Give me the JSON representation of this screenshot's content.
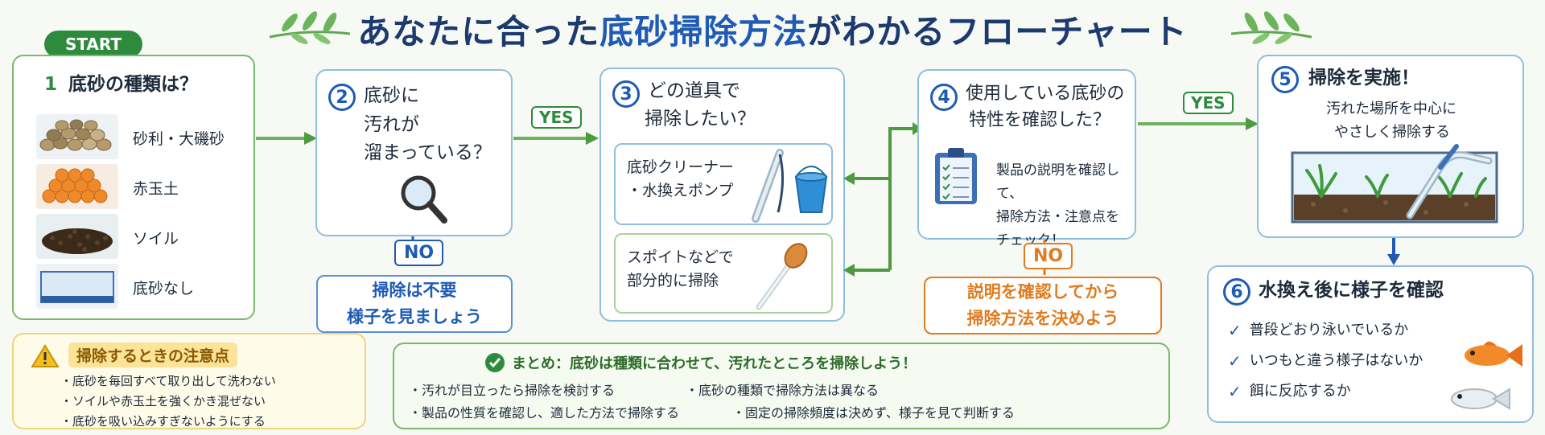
{
  "title": {
    "part1": "あなたに合った",
    "part2": "底砂掃除方法",
    "part3": "がわかるフローチャート"
  },
  "start": {
    "label": "START",
    "number": "1",
    "heading": "底砂の種類は？",
    "items": [
      "砂利・大磯砂",
      "赤玉土",
      "ソイル",
      "底砂なし"
    ]
  },
  "step2": {
    "number": "2",
    "lines": [
      "底砂に",
      "汚れが",
      "溜まっている？"
    ],
    "no_label": "NO",
    "no_result": [
      "掃除は不要",
      "様子を見ましょう"
    ]
  },
  "yes_label_1": "YES",
  "step3": {
    "number": "3",
    "lines": [
      "どの道具で",
      "掃除したい？"
    ],
    "option1": [
      "底砂クリーナー",
      "・水換えポンプ"
    ],
    "option2": [
      "スポイトなどで",
      "部分的に掃除"
    ]
  },
  "step4": {
    "number": "4",
    "lines": [
      "使用している底砂の",
      "特性を確認した？"
    ],
    "body": [
      "製品の説明を確認して、",
      "掃除方法・注意点を",
      "チェック！"
    ],
    "no_label": "NO",
    "no_result": [
      "説明を確認してから",
      "掃除方法を決めよう"
    ]
  },
  "yes_label_2": "YES",
  "step5": {
    "number": "5",
    "heading": "掃除を実施！",
    "lines": [
      "汚れた場所を中心に",
      "やさしく掃除する"
    ]
  },
  "step6": {
    "number": "6",
    "heading": "水換え後に様子を確認",
    "checks": [
      "普段どおり泳いでいるか",
      "いつもと違う様子はないか",
      "餌に反応するか"
    ]
  },
  "caution": {
    "heading": "掃除するときの注意点",
    "items": [
      "・底砂を毎回すべて取り出して洗わない",
      "・ソイルや赤玉土を強くかき混ぜない",
      "・底砂を吸い込みすぎないようにする"
    ]
  },
  "summary": {
    "heading": "まとめ：底砂は種類に合わせて、汚れたところを掃除しよう！",
    "items": [
      "・汚れが目立ったら掃除を検討する",
      "・底砂の種類で掃除方法は異なる",
      "・製品の性質を確認し、適した方法で掃除する",
      "・固定の掃除頻度は決めず、様子を見て判断する"
    ]
  },
  "colors": {
    "green": "#2e8b3e",
    "blue": "#1f5bb5",
    "orange": "#e07b1f",
    "navy": "#1c3a6e"
  }
}
